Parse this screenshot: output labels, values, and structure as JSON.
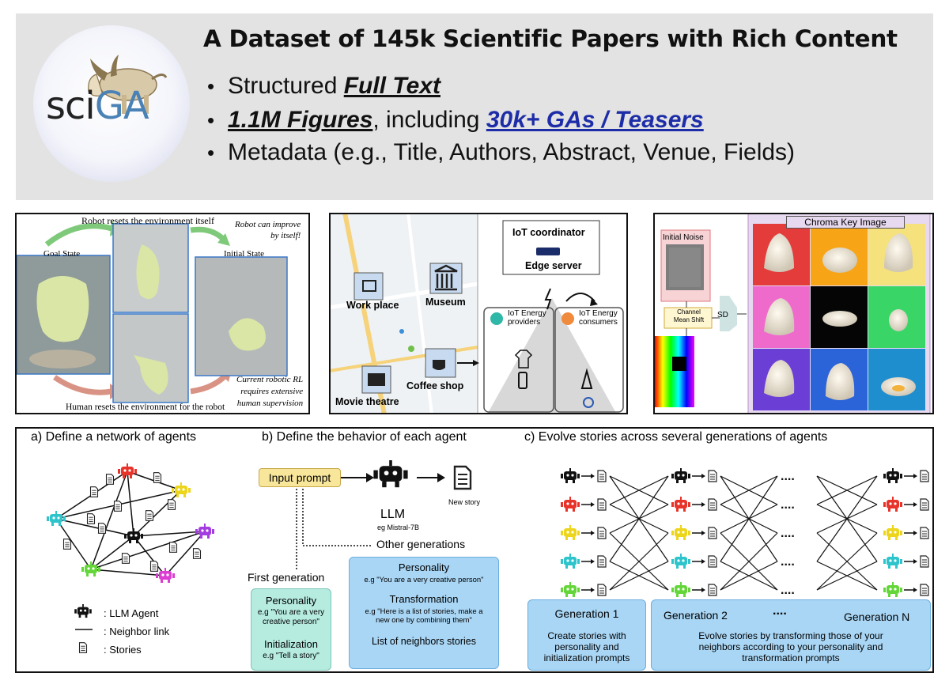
{
  "logo": {
    "part1": "sci",
    "part2": "GA"
  },
  "banner": {
    "title": "A Dataset of 145k Scientific Papers with Rich Content",
    "bullets": {
      "b1_pre": "Structured ",
      "b1_emph": "Full Text",
      "b2_emph": "1.1M Figures",
      "b2_mid": ",  including ",
      "b2_link": "30k+ GAs / Teasers",
      "b3": "Metadata (e.g., Title, Authors, Abstract, Venue, Fields)"
    },
    "bullet_char": "•"
  },
  "robot": {
    "top_caption": "Robot resets the environment itself",
    "goal_state": "Goal State",
    "initial_state": "Initial State",
    "improve": "Robot can improve\nby itself!",
    "current": "Current robotic RL\nrequires extensive\nhuman supervision",
    "bottom_caption": "Human resets the environment for the robot"
  },
  "iot": {
    "work_place": "Work place",
    "museum": "Museum",
    "coffee_shop": "Coffee shop",
    "movie_theatre": "Movie theatre",
    "coordinator": "IoT coordinator",
    "edge_server": "Edge server",
    "providers": "IoT Energy\nproviders",
    "consumers": "IoT Energy\nconsumers"
  },
  "chroma": {
    "title": "Chroma Key Image",
    "initial_noise": "Initial Noise",
    "channel": "Channel\nMean Shift",
    "sd": "SD"
  },
  "agents": {
    "a_title": "a) Define a network of  agents",
    "b_title": "b) Define the behavior of each agent",
    "c_title": "c) Evolve stories across several generations of agents",
    "legend_agent": ": LLM Agent",
    "legend_link": ": Neighbor link",
    "legend_stories": ": Stories",
    "input_prompt": "Input prompt",
    "llm": "LLM",
    "llm_sub": "eg Mistral-7B",
    "new_story": "New story",
    "other_generations": "Other generations",
    "first_generation": "First generation",
    "fg_personality": "Personality",
    "fg_personality_ex": "e.g  \"You are a very\ncreative person\"",
    "fg_init": "Initialization",
    "fg_init_ex": "e.g  \"Tell a story\"",
    "og_personality": "Personality",
    "og_personality_ex": "e.g  \"You are a very creative person\"",
    "og_transformation": "Transformation",
    "og_transformation_ex": "e.g  \"Here is a list of stories, make a\nnew one by combining them\"",
    "og_neighbors": "List of neighbors stories",
    "gen1": "Generation 1",
    "gen1_desc": "Create stories with\npersonality and\ninitialization prompts",
    "gen2": "Generation 2",
    "gen_dots": "....",
    "genN": "Generation N",
    "genN_desc": "Evolve stories by transforming those of your\nneighbors according to your personality and\ntransformation prompts",
    "dots": "....",
    "agent_colors": [
      "#111111",
      "#e8332a",
      "#ecd51b",
      "#2ec4cc",
      "#64d639"
    ],
    "accent_purple": "#a43de0",
    "accent_magenta": "#dc3ed2"
  }
}
